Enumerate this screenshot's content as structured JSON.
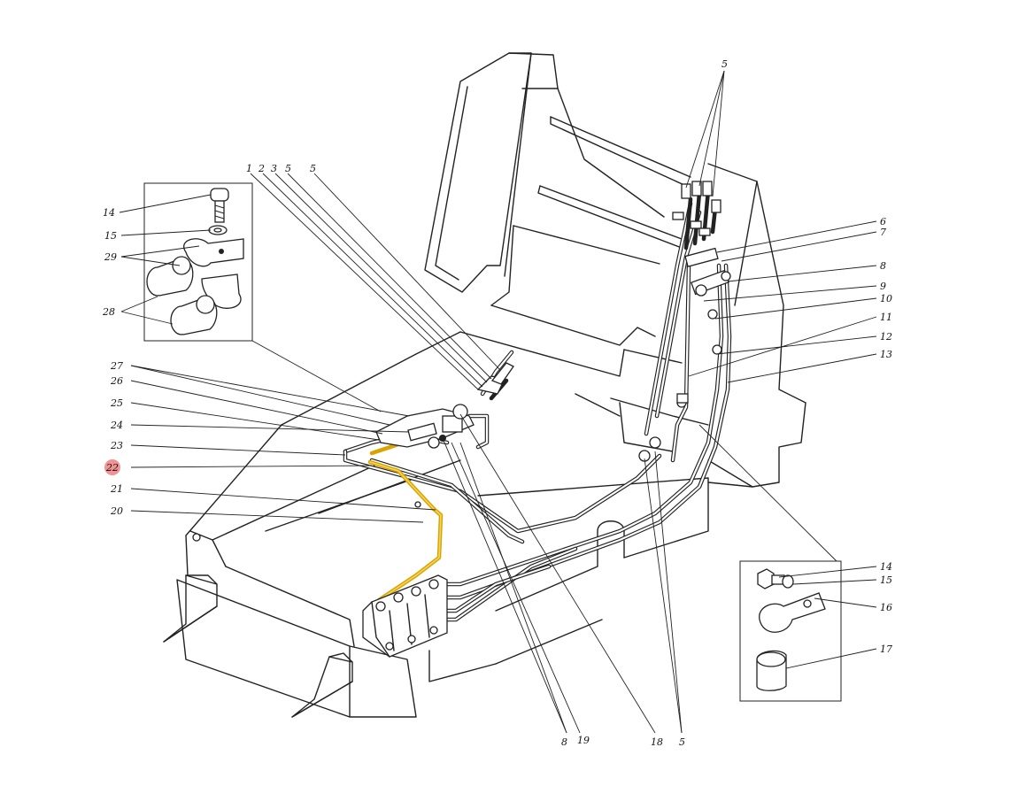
{
  "diagram": {
    "highlight_color": "#d9a400",
    "marker_color": "#f08080",
    "highlighted_callout": "22",
    "callouts": [
      {
        "id": "c1",
        "text": "1"
      },
      {
        "id": "c2",
        "text": "2"
      },
      {
        "id": "c3",
        "text": "3"
      },
      {
        "id": "c5a",
        "text": "5"
      },
      {
        "id": "c5b",
        "text": "5"
      },
      {
        "id": "c5c",
        "text": "5"
      },
      {
        "id": "c6",
        "text": "6"
      },
      {
        "id": "c7",
        "text": "7"
      },
      {
        "id": "c8a",
        "text": "8"
      },
      {
        "id": "c9",
        "text": "9"
      },
      {
        "id": "c10",
        "text": "10"
      },
      {
        "id": "c11",
        "text": "11"
      },
      {
        "id": "c12",
        "text": "12"
      },
      {
        "id": "c13",
        "text": "13"
      },
      {
        "id": "c14a",
        "text": "14"
      },
      {
        "id": "c15a",
        "text": "15"
      },
      {
        "id": "c29",
        "text": "29"
      },
      {
        "id": "c28",
        "text": "28"
      },
      {
        "id": "c27",
        "text": "27"
      },
      {
        "id": "c26",
        "text": "26"
      },
      {
        "id": "c25",
        "text": "25"
      },
      {
        "id": "c24",
        "text": "24"
      },
      {
        "id": "c23",
        "text": "23"
      },
      {
        "id": "c22",
        "text": "22"
      },
      {
        "id": "c21",
        "text": "21"
      },
      {
        "id": "c20",
        "text": "20"
      },
      {
        "id": "c14b",
        "text": "14"
      },
      {
        "id": "c15b",
        "text": "15"
      },
      {
        "id": "c16",
        "text": "16"
      },
      {
        "id": "c17",
        "text": "17"
      },
      {
        "id": "c8b",
        "text": "8"
      },
      {
        "id": "c19",
        "text": "19"
      },
      {
        "id": "c18",
        "text": "18"
      },
      {
        "id": "c5d",
        "text": "5"
      }
    ]
  }
}
